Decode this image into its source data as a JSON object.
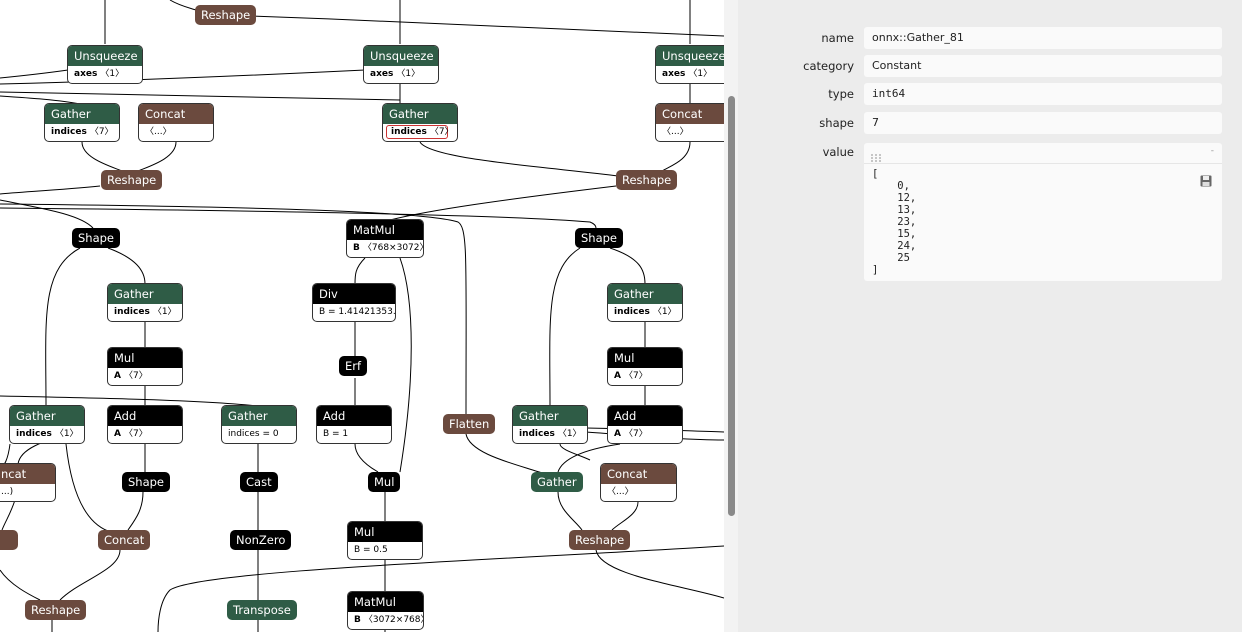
{
  "nodes": {
    "reshape_top": "Reshape",
    "unsq_a": {
      "title": "Unsqueeze",
      "attr_name": "axes",
      "attr_value": "〈1〉"
    },
    "unsq_b": {
      "title": "Unsqueeze",
      "attr_name": "axes",
      "attr_value": "〈1〉"
    },
    "unsq_c": {
      "title": "Unsqueeze",
      "attr_name": "axes",
      "attr_value": "〈1〉"
    },
    "gather_a": {
      "title": "Gather",
      "attr_name": "indices",
      "attr_value": "〈7〉"
    },
    "concat_a": {
      "title": "Concat",
      "attr_value": "〈...〉"
    },
    "gather_sel": {
      "title": "Gather",
      "attr_name": "indices",
      "attr_value": "〈7〉"
    },
    "concat_b": {
      "title": "Concat",
      "attr_value": "〈...〉"
    },
    "reshape_a": "Reshape",
    "reshape_b": "Reshape",
    "shape_a": "Shape",
    "matmul_a": {
      "title": "MatMul",
      "attr_name": "B",
      "attr_value": "〈768×3072〉"
    },
    "shape_b": "Shape",
    "gather_b": {
      "title": "Gather",
      "attr_name": "indices",
      "attr_value": "〈1〉"
    },
    "div": {
      "title": "Div",
      "attr_value": "B = 1.41421353..."
    },
    "gather_c": {
      "title": "Gather",
      "attr_name": "indices",
      "attr_value": "〈1〉"
    },
    "mul_a": {
      "title": "Mul",
      "attr_name": "A",
      "attr_value": "〈7〉"
    },
    "erf": "Erf",
    "mul_b": {
      "title": "Mul",
      "attr_name": "A",
      "attr_value": "〈7〉"
    },
    "gather_d": {
      "title": "Gather",
      "attr_name": "indices",
      "attr_value": "〈1〉"
    },
    "add_a": {
      "title": "Add",
      "attr_name": "A",
      "attr_value": "〈7〉"
    },
    "gather_e": {
      "title": "Gather",
      "attr_value": "indices = 0"
    },
    "add_b": {
      "title": "Add",
      "attr_value": "B = 1"
    },
    "flatten": "Flatten",
    "gather_f": {
      "title": "Gather",
      "attr_name": "indices",
      "attr_value": "〈1〉"
    },
    "add_c": {
      "title": "Add",
      "attr_name": "A",
      "attr_value": "〈7〉"
    },
    "concat_c": {
      "title": "ncat",
      "attr_value": "...)"
    },
    "shape_c": "Shape",
    "cast": "Cast",
    "mul_c": "Mul",
    "gather_g": "Gather",
    "concat_d": {
      "title": "Concat",
      "attr_value": "〈...〉"
    },
    "concat_e": "Concat",
    "nonzero": "NonZero",
    "mul_d": {
      "title": "Mul",
      "attr_value": "B = 0.5"
    },
    "reshape_c": "Reshape",
    "reshape_d": "Reshape",
    "transpose": "Transpose",
    "matmul_b": {
      "title": "MatMul",
      "attr_name": "B",
      "attr_value": "〈3072×768〉"
    }
  },
  "properties": {
    "name_label": "name",
    "name_value": "onnx::Gather_81",
    "category_label": "category",
    "category_value": "Constant",
    "type_label": "type",
    "type_value": "int64",
    "shape_label": "shape",
    "shape_value": "7",
    "value_label": "value",
    "value_text": "[\n    0,\n    12,\n    13,\n    23,\n    15,\n    24,\n    25\n]"
  },
  "colors": {
    "black_node": "#000000",
    "green_node": "#2f5c46",
    "brown_node": "#6b4a3e",
    "panel_bg": "#ececec",
    "selected_border": "#cc3333"
  },
  "icons": [
    "grip-icon",
    "save-icon",
    "collapse-icon"
  ]
}
